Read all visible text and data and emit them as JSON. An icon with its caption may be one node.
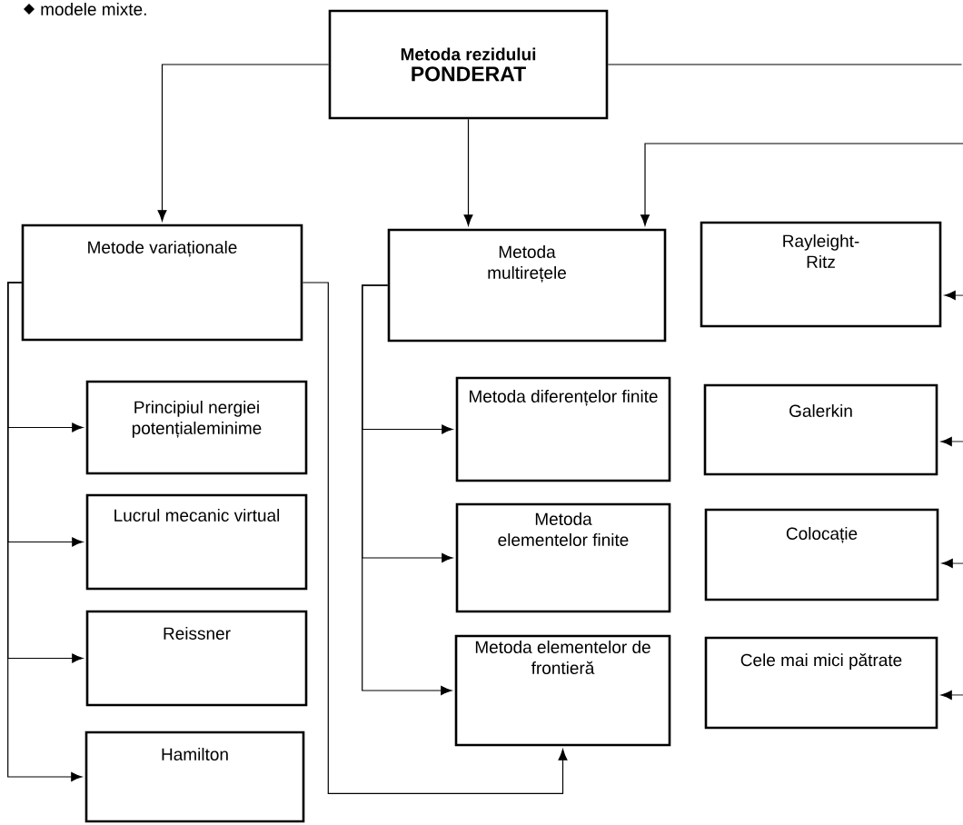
{
  "diagram": {
    "nodes": [
      {
        "text": [
          "Metoda rezidului",
          "PONDERAT"
        ]
      },
      {
        "text": [
          "Metode variaționale"
        ]
      },
      {
        "text": [
          "Metoda multirețele"
        ]
      },
      {
        "text": [
          "Rayleight- Ritz"
        ]
      },
      {
        "text": [
          "Principiul nergiei potențialeminime"
        ]
      },
      {
        "text": [
          "Lucrul mecanic virtual"
        ]
      },
      {
        "text": [
          "Reissner"
        ]
      },
      {
        "text": [
          "Hamilton"
        ]
      },
      {
        "text": [
          "Metoda diferențelor finite"
        ]
      },
      {
        "text": [
          "Metoda elementelor finite"
        ]
      },
      {
        "text": [
          "Metoda elementelor de frontieră"
        ]
      },
      {
        "text": [
          "Galerkin"
        ]
      },
      {
        "text": [
          "Colocație"
        ]
      },
      {
        "text": [
          "Cele mai mici pătrate"
        ]
      }
    ],
    "edges": [
      {
        "from": 0,
        "to": 1,
        "arrow": "to"
      },
      {
        "from": 0,
        "to": 2,
        "arrow": "to"
      },
      {
        "from": 0,
        "to": null,
        "arrow": "none"
      },
      {
        "from": null,
        "to": 2,
        "arrow": "to"
      },
      {
        "from": null,
        "to": 3,
        "arrow": "to"
      },
      {
        "from": null,
        "to": 11,
        "arrow": "to"
      },
      {
        "from": null,
        "to": 12,
        "arrow": "to"
      },
      {
        "from": null,
        "to": 13,
        "arrow": "to"
      },
      {
        "from": 1,
        "to": 4,
        "arrow": "to"
      },
      {
        "from": 1,
        "to": 5,
        "arrow": "to"
      },
      {
        "from": 1,
        "to": 6,
        "arrow": "to"
      },
      {
        "from": 1,
        "to": 7,
        "arrow": "to"
      },
      {
        "from": 1,
        "to": 10,
        "arrow": "to"
      },
      {
        "from": 2,
        "to": 8,
        "arrow": "to"
      },
      {
        "from": 2,
        "to": 9,
        "arrow": "to"
      },
      {
        "from": 2,
        "to": 10,
        "arrow": "to"
      }
    ],
    "labels": [
      "modele mixte."
    ]
  }
}
